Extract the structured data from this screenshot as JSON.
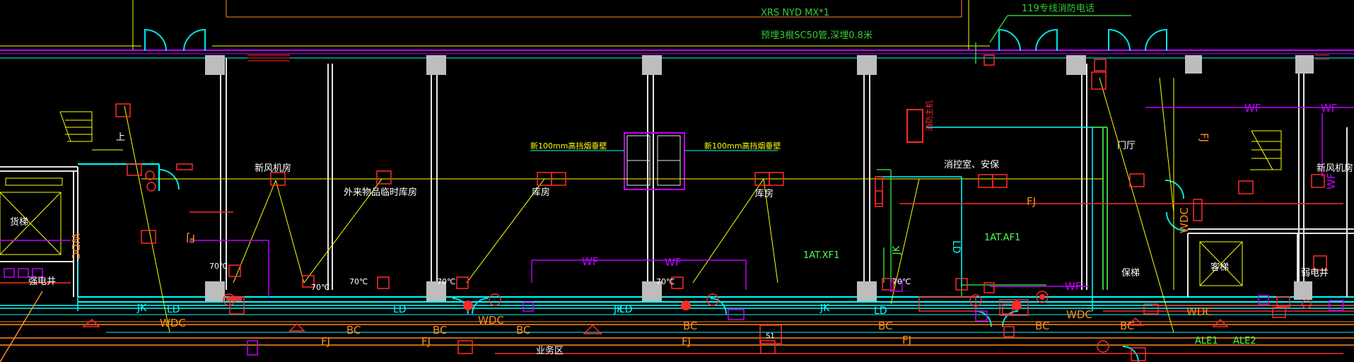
{
  "drawing": {
    "top_notes": {
      "cable_spec": "XRS NYD MX*1",
      "conduit_note": "预埋3根SC50管,深埋0.8米",
      "phone_note": "119专线消防电话"
    },
    "rooms": {
      "fresh_air_left": "新风机房",
      "external_storage": "外来物品临时库房",
      "warehouse_1": "库房",
      "warehouse_2": "库房",
      "fire_control": "消控室、安保",
      "lobby": "门厅",
      "fresh_air_right": "新风机房",
      "elevator_left": "货梯",
      "strong_well": "强电井",
      "up_mark": "上",
      "guard_elevator": "保梯",
      "guest_elevator": "客梯",
      "weak_well": "弱电井",
      "business": "业务区"
    },
    "annotations": {
      "smoke_note_1": "新100mm高挡烟垂壁",
      "smoke_note_2": "新100mm高挡烟垂壁",
      "panel_xf": "1AT.XF1",
      "panel_af": "1AT.AF1",
      "fire_host": "消防主机",
      "temp_label": "70℃"
    },
    "line_codes": {
      "wf": "WF",
      "fj": "FJ",
      "bc": "BC",
      "wdc": "WDC",
      "jk": "JK",
      "ld": "LD",
      "ale": "ALE1",
      "ale2": "ALE2",
      "s1": "S1"
    },
    "colors": {
      "wall": "#e6e6e6",
      "column": "#bdbdbd",
      "door": "#00e5e5",
      "device": "#ff2a2a",
      "wire_yellow": "#ffff00",
      "wire_magenta": "#c000ff",
      "wire_green": "#33cc33",
      "wire_cyan": "#00ffff",
      "wire_orange": "#ff8c1a",
      "note_green": "#4dff4d"
    }
  }
}
